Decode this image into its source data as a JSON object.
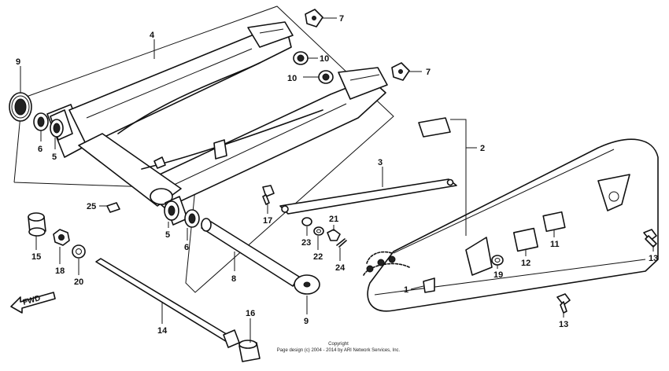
{
  "callouts": [
    {
      "id": "c1",
      "text": "1"
    },
    {
      "id": "c2",
      "text": "2"
    },
    {
      "id": "c3",
      "text": "3"
    },
    {
      "id": "c4",
      "text": "4"
    },
    {
      "id": "c5a",
      "text": "5"
    },
    {
      "id": "c5b",
      "text": "5"
    },
    {
      "id": "c6a",
      "text": "6"
    },
    {
      "id": "c6b",
      "text": "6"
    },
    {
      "id": "c7a",
      "text": "7"
    },
    {
      "id": "c7b",
      "text": "7"
    },
    {
      "id": "c8",
      "text": "8"
    },
    {
      "id": "c9a",
      "text": "9"
    },
    {
      "id": "c9b",
      "text": "9"
    },
    {
      "id": "c10a",
      "text": "10"
    },
    {
      "id": "c10b",
      "text": "10"
    },
    {
      "id": "c11",
      "text": "11"
    },
    {
      "id": "c12",
      "text": "12"
    },
    {
      "id": "c13a",
      "text": "13"
    },
    {
      "id": "c13b",
      "text": "13"
    },
    {
      "id": "c14",
      "text": "14"
    },
    {
      "id": "c15",
      "text": "15"
    },
    {
      "id": "c16",
      "text": "16"
    },
    {
      "id": "c17",
      "text": "17"
    },
    {
      "id": "c18",
      "text": "18"
    },
    {
      "id": "c19",
      "text": "19"
    },
    {
      "id": "c20",
      "text": "20"
    },
    {
      "id": "c21",
      "text": "21"
    },
    {
      "id": "c22",
      "text": "22"
    },
    {
      "id": "c23",
      "text": "23"
    },
    {
      "id": "c24",
      "text": "24"
    },
    {
      "id": "c25",
      "text": "25"
    }
  ],
  "direction_label": "FWD",
  "copyright": {
    "line1": "Copyright",
    "line2": "Page design (c) 2004 - 2014 by ARI Network Services, Inc."
  },
  "icons": {
    "direction_arrow": "fwd-arrow-icon"
  }
}
